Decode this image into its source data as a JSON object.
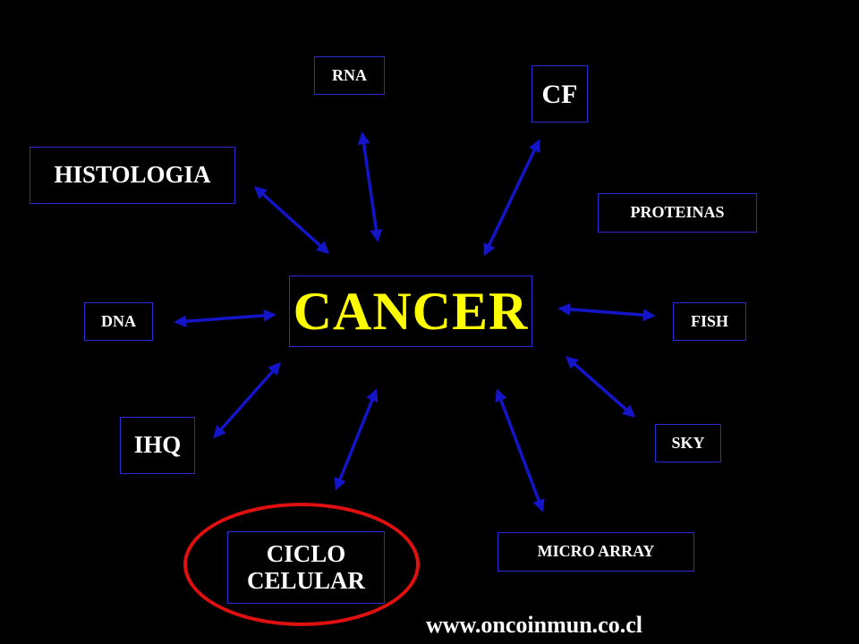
{
  "diagram": {
    "center": {
      "label": "CANCER",
      "color": "#ffff00"
    },
    "nodes": [
      {
        "id": "rna",
        "label": "RNA"
      },
      {
        "id": "cf",
        "label": "CF"
      },
      {
        "id": "histologia",
        "label": "HISTOLOGIA"
      },
      {
        "id": "proteinas",
        "label": "PROTEINAS"
      },
      {
        "id": "dna",
        "label": "DNA"
      },
      {
        "id": "fish",
        "label": "FISH"
      },
      {
        "id": "ihq",
        "label": "IHQ"
      },
      {
        "id": "sky",
        "label": "SKY"
      },
      {
        "id": "ciclo-celular",
        "label_line1": "CICLO",
        "label_line2": "CELULAR",
        "highlighted": true
      },
      {
        "id": "micro-array",
        "label": "MICRO ARRAY"
      }
    ],
    "arrow_color": "#1414c8",
    "border_color": "#2a2ad6",
    "highlight_color": "#e01010",
    "footer": "www.oncoinmun.co.cl"
  }
}
